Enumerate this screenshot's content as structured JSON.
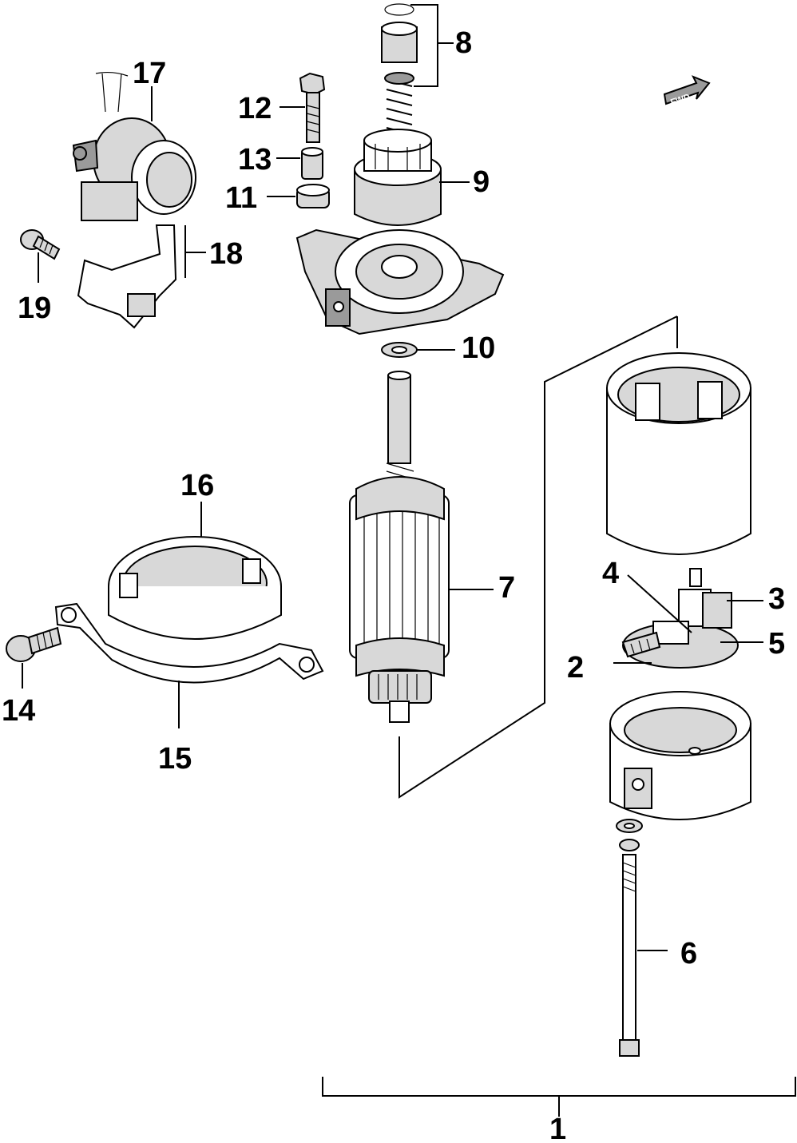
{
  "callouts": {
    "c1": "1",
    "c2": "2",
    "c3": "3",
    "c4": "4",
    "c5": "5",
    "c6": "6",
    "c7": "7",
    "c8": "8",
    "c9": "9",
    "c10": "10",
    "c11": "11",
    "c12": "12",
    "c13": "13",
    "c14": "14",
    "c15": "15",
    "c16": "16",
    "c17": "17",
    "c18": "18",
    "c19": "19"
  },
  "fwd_badge": "FWD"
}
